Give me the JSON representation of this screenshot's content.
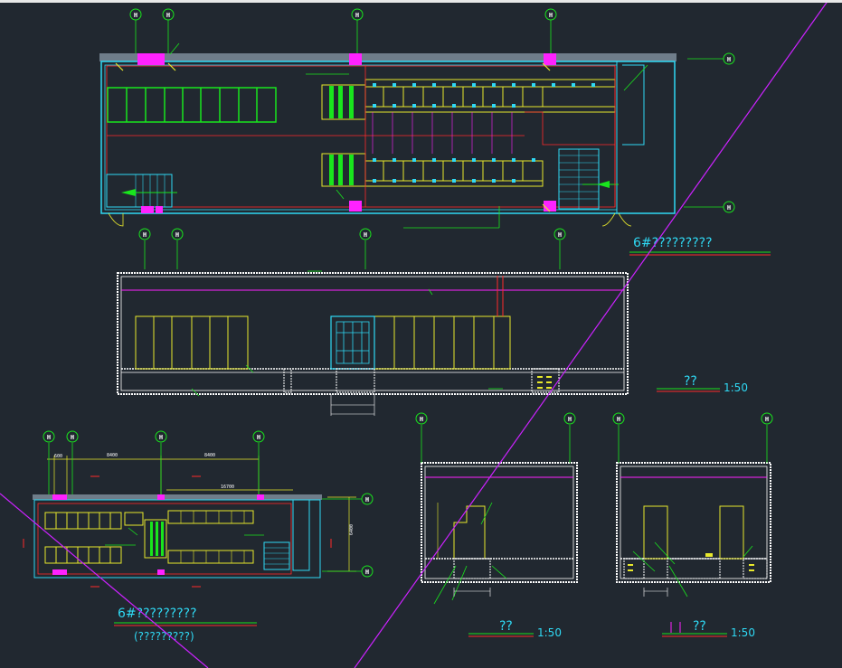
{
  "drawing": {
    "background": "#212830",
    "colors": {
      "wall": "#6f7d8a",
      "cyan": "#2fd9f4",
      "green": "#19e51d",
      "yellow": "#e8e82c",
      "magenta": "#ff22ff",
      "red": "#ff2a2a",
      "white": "#ffffff",
      "orange": "#ff8800"
    },
    "plan_title": "6#?????????",
    "elevation_title": "??",
    "elevation_scale": "1:50",
    "small_plan_title": "6#?????????",
    "small_plan_subtitle": "(?????????)",
    "section_a_title": "??",
    "section_a_scale": "1:50",
    "section_b_title": "??",
    "section_b_scale": "1:50",
    "bubble_label": "H",
    "small_plan_dims": {
      "left_a": "600",
      "span_a": "8400",
      "span_b": "8400",
      "inner": "16700",
      "overall_height": "6400"
    }
  }
}
